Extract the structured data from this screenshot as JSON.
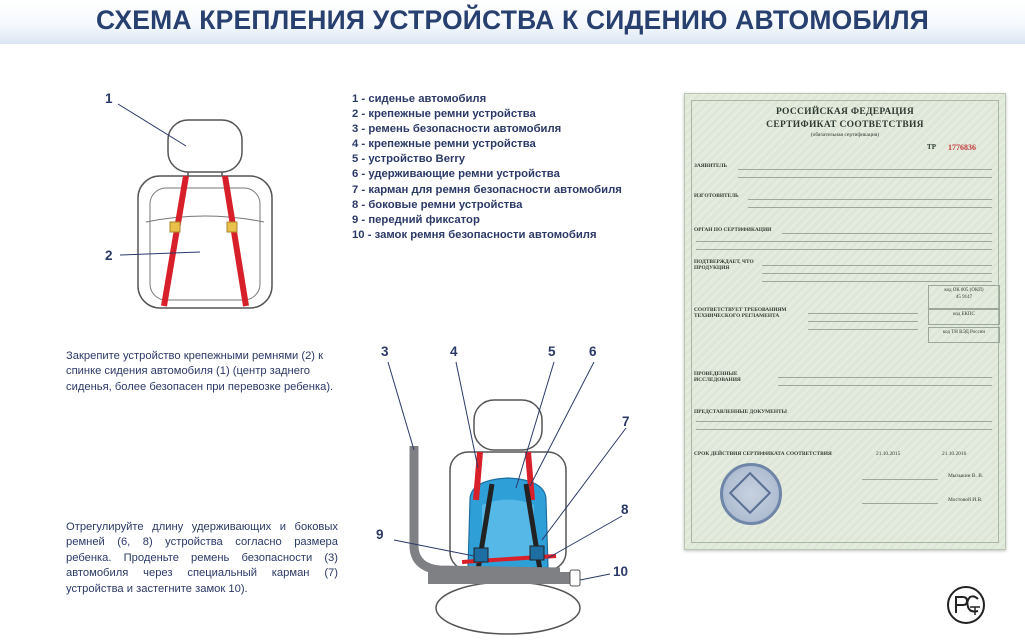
{
  "title": "СХЕМА КРЕПЛЕНИЯ УСТРОЙСТВА К СИДЕНИЮ АВТОМОБИЛЯ",
  "legend": [
    "1 - сиденье автомобиля",
    "2 - крепежные ремни устройства",
    "3 - ремень безопасности автомобиля",
    "4 - крепежные ремни устройства",
    "5 - устройство Berry",
    "6 - удерживающие ремни устройства",
    "7 - карман для ремня безопасности автомобиля",
    "8 - боковые ремни устройства",
    "9 - передний фиксатор",
    "10 - замок ремня безопасности автомобиля"
  ],
  "instruction_1": "Закрепите устройство крепежными ремнями (2) к спинке сидения автомобиля (1) (центр заднего сиденья, более безопасен при перевозке ребенка).",
  "instruction_2": "Отрегулируйте длину удерживающих и боковых ремней (6, 8) устройства согласно размера ребенка. Проденьте ремень безопасности (3) автомобиля через специальный карман (7) устройства и застегните замок 10).",
  "diagram_labels": {
    "n1": "1",
    "n2": "2",
    "n3": "3",
    "n4": "4",
    "n5": "5",
    "n6": "6",
    "n7": "7",
    "n8": "8",
    "n9": "9",
    "n10": "10"
  },
  "certificate": {
    "line1": "РОССИЙСКАЯ ФЕДЕРАЦИЯ",
    "line2": "СЕРТИФИКАТ СООТВЕТСТВИЯ",
    "line3": "(обязательная сертификация)",
    "tp": "ТР",
    "number": "1776836",
    "s_applicant": "ЗАЯВИТЕЛЬ",
    "s_maker": "ИЗГОТОВИТЕЛЬ",
    "s_organ": "ОРГАН ПО СЕРТИФИКАЦИИ",
    "s_confirms": "ПОДТВЕРЖДАЕТ, ЧТО ПРОДУКЦИЯ",
    "s_requirements": "СООТВЕТСТВУЕТ ТРЕБОВАНИЯМ ТЕХНИЧЕСКОГО РЕГЛАМЕНТА",
    "s_tests": "ПРОВЕДЕННЫЕ ИССЛЕДОВАНИЯ",
    "s_docs": "ПРЕДСТАВЛЕННЫЕ ДОКУМЕНТЫ",
    "s_term": "СРОК ДЕЙСТВИЯ СЕРТИФИКАТА СООТВЕТСТВИЯ",
    "date_from": "21.10.2015",
    "date_to": "21.10.2016",
    "code1": "код ОК 005 (ОКП)",
    "code1_val": "45 9147",
    "code2": "код ЕКПС",
    "code3": "код ТН ВЭД России",
    "sign1": "Мызыкин В. В.",
    "sign2": "Мостовой И.В."
  },
  "colors": {
    "title": "#27406f",
    "text": "#2b3a67",
    "strap_red": "#d8202a",
    "device_blue": "#2f9fd8",
    "belt_gray": "#7f8083"
  }
}
